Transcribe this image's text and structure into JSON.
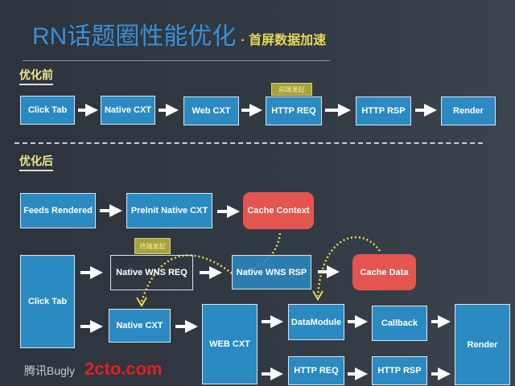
{
  "header": {
    "title": "RN话题圈性能优化",
    "subtitle": "· 首屏数据加速"
  },
  "before": {
    "label": "优化前",
    "tag": "前端发起",
    "nodes": [
      "Click Tab",
      "Native CXT",
      "Web CXT",
      "HTTP REQ",
      "HTTP RSP",
      "Render"
    ]
  },
  "after": {
    "label": "优化后",
    "tag": "终端发起",
    "nodes": {
      "feeds": "Feeds Rendered",
      "preinit": "PreInit Native CXT",
      "cache_context": "Cache Context",
      "click_tab": "Click Tab",
      "wns_req": "Native WNS REQ",
      "wns_rsp": "Native WNS RSP",
      "cache_data": "Cache Data",
      "native_cxt": "Native CXT",
      "web_cxt": "WEB CXT",
      "datamodule": "DataModule",
      "callback": "Callback",
      "http_req": "HTTP REQ",
      "http_rsp": "HTTP RSP",
      "render": "Render"
    }
  },
  "watermark": {
    "bugly": "腾讯Bugly",
    "site": "2cto.com"
  }
}
